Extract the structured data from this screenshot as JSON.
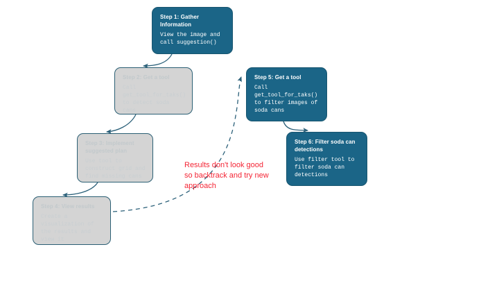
{
  "diagram": {
    "type": "flowchart",
    "background_color": "#ffffff",
    "colors": {
      "active_node_fill": "#1b6587",
      "active_node_text": "#ffffff",
      "faded_node_fill": "#d4d4d4",
      "faded_node_text": "#c9cfd2",
      "edge_stroke": "#2b6079",
      "annotation_text": "#f42535"
    },
    "nodes": [
      {
        "id": "step1",
        "title": "Step 1: Gather Information",
        "body": "View the image and\ncall suggestion()",
        "state": "active"
      },
      {
        "id": "step2",
        "title": "Step 2: Get a tool",
        "body": "Call\nget_tool_for_taks()\nto detect soda cans",
        "state": "faded"
      },
      {
        "id": "step3",
        "title": "Step 3: Implement\nsuggested plan",
        "body": "Use tool to\nconstruct grid and\nfind missing cans",
        "state": "faded"
      },
      {
        "id": "step4",
        "title": "Step 4: View results",
        "body": "Create a\nvisualization of\nthe results and\nview it",
        "state": "faded"
      },
      {
        "id": "step5",
        "title": "Step 5: Get a tool",
        "body": "Call\nget_tool_for_taks()\nto filter images of\nsoda cans",
        "state": "active"
      },
      {
        "id": "step6",
        "title": "Step 6: Filter soda can\ndetections",
        "body": "Use filter tool to\nfilter soda can\ndetections",
        "state": "active"
      }
    ],
    "edges": [
      {
        "from": "step1",
        "to": "step2",
        "style": "solid"
      },
      {
        "from": "step2",
        "to": "step3",
        "style": "solid"
      },
      {
        "from": "step3",
        "to": "step4",
        "style": "solid"
      },
      {
        "from": "step4",
        "to": "step5",
        "style": "dashed"
      },
      {
        "from": "step5",
        "to": "step6",
        "style": "solid"
      }
    ],
    "annotation": {
      "text": "Results don't look good\nso backtrack and try new\napproach"
    }
  }
}
